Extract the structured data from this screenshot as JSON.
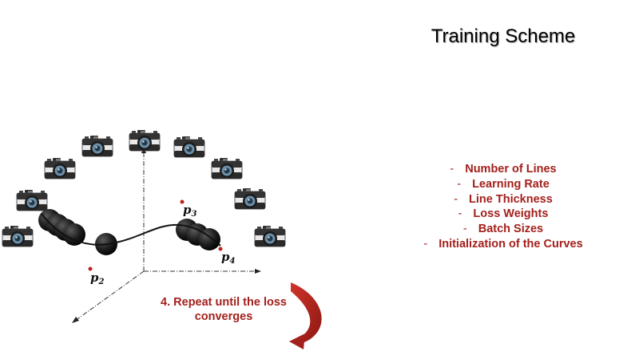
{
  "title": "Training Scheme",
  "hyperparameters": [
    "Number of Lines",
    "Learning Rate",
    "Line Thickness",
    "Loss Weights",
    "Batch Sizes",
    "Initialization of the Curves"
  ],
  "bullet": "-",
  "step": {
    "line1": "4. Repeat until the loss",
    "line2": "converges"
  },
  "points": [
    {
      "symbol": "p",
      "sub": "2"
    },
    {
      "symbol": "p",
      "sub": "3"
    },
    {
      "symbol": "p",
      "sub": "4"
    }
  ],
  "colors": {
    "accent": "#a3201c",
    "point": "#c0201a",
    "sphere": "#1a1a1a"
  },
  "icons": [
    "camera-icon",
    "curved-arrow-icon"
  ]
}
